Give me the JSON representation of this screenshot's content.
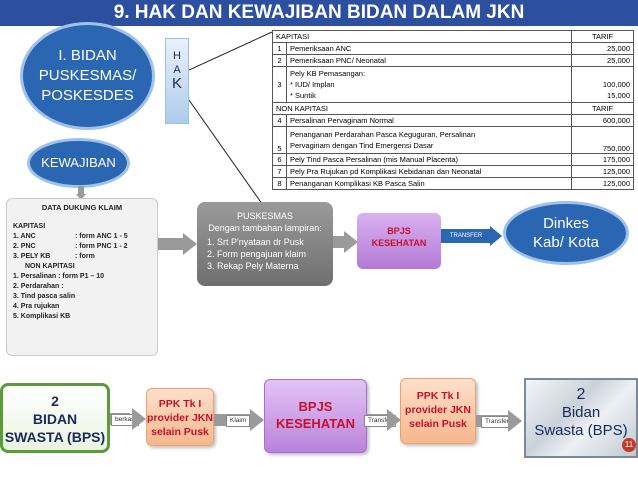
{
  "title": "9. HAK DAN KEWAJIBAN BIDAN DALAM JKN",
  "bidan_puskesmas": "I. BIDAN PUSKESMAS/ POSKESDES",
  "hak": {
    "h": "H",
    "a": "A",
    "k": "K"
  },
  "kewajiban": "KEWAJIBAN",
  "tarif_table": {
    "section1_label": "KAPITASI",
    "col_tarif": "TARIF",
    "kapitasi_rows": [
      {
        "no": "1",
        "item": "Pemeriksaan ANC",
        "tarif": "25,000"
      },
      {
        "no": "2",
        "item": "Pemeriksaan PNC/ Neonatal",
        "tarif": "25,000"
      },
      {
        "no": "3",
        "item_line1": "Pely KB Pemasangan:",
        "item_line2": "* IUD/ Implan",
        "item_line3": "* Suntik",
        "tarif_line2": "100,000",
        "tarif_line3": "15,000"
      }
    ],
    "section2_label": "NON KAPITASI",
    "non_kapitasi_rows": [
      {
        "no": "4",
        "item": "Persalinan Pervaginam Normal",
        "tarif": "600,000"
      },
      {
        "no": "5",
        "item_line1": "Penanganan Perdarahan Pasca Keguguran, Persalinan",
        "item_line2": "Pervaginam dengan Tind Emergensi Dasar",
        "tarif": "750,000"
      },
      {
        "no": "6",
        "item": "Pely Tind Pasca Persalinan (mis Manual Placenta)",
        "tarif": "175,000"
      },
      {
        "no": "7",
        "item": "Pely Pra Rujukan pd Komplikasi Kebidanan dan Neonatal",
        "tarif": "125,000"
      },
      {
        "no": "8",
        "item": "Penanganan Komplikasi KB Pasca Salin",
        "tarif": "125,000"
      }
    ]
  },
  "data_dukung": {
    "heading": "DATA DUKUNG KLAIM",
    "kapitasi": "KAPITASI",
    "k1": "1. ANC",
    "k1_form": ": form ANC 1 - 5",
    "k2": "2. PNC",
    "k2_form": ": form PNC 1 - 2",
    "k3": "3. PELY KB",
    "k3_form": ": form",
    "non_kapitasi": "NON KAPITASI",
    "n1": "1.   Persalinan   : form P1 – 10",
    "n2": "2.   Perdarahan :",
    "n3": "3.   Tind pasca salin",
    "n4": "4.   Pra rujukan",
    "n5": "5.   Komplikasi KB"
  },
  "puskesmas": {
    "title": "PUSKESMAS",
    "subtitle": "Dengan tambahan lampiran:",
    "items": [
      "1.  Srt P'nyataan dr Pusk",
      "2.  Form pengajuan klaim",
      "3.  Rekap Pely Materna"
    ]
  },
  "bpjs_small": {
    "line1": "BPJS",
    "line2": "KESEHATAN"
  },
  "transfer_label": "TRANSFER",
  "dinkes": {
    "line1": "Dinkes",
    "line2": "Kab/ Kota"
  },
  "bidan_swasta_left": {
    "line1": "2",
    "line2": "BIDAN",
    "line3": "SWASTA (BPS)"
  },
  "label_berkas": "berkas",
  "ppk_left": {
    "line1": "PPK Tk I",
    "line2": "provider JKN",
    "line3": "selain Pusk"
  },
  "label_klaim": "Klaim",
  "bpjs_big": {
    "line1": "BPJS",
    "line2": "KESEHATAN"
  },
  "label_transfer1": "Transfer",
  "ppk_right": {
    "line1": "PPK Tk I",
    "line2": "provider JKN",
    "line3": "selain Pusk"
  },
  "label_transfer2": "Transfer",
  "bidan_swasta_right": {
    "line1": "2",
    "line2": "Bidan",
    "line3": "Swasta (BPS)"
  },
  "page_number": "11"
}
